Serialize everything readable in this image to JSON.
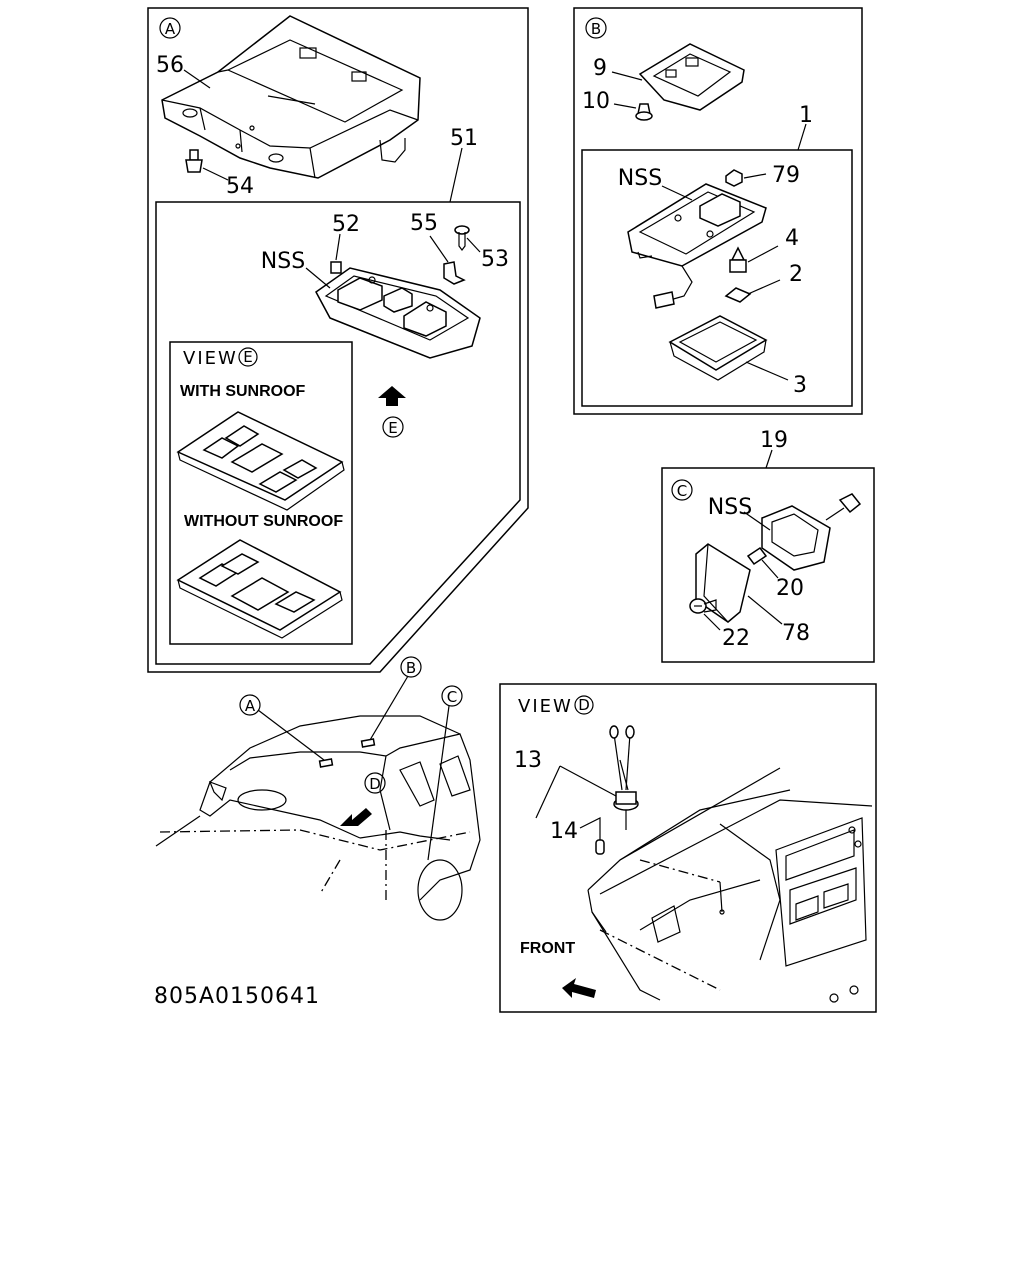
{
  "document_code": "805A0150641",
  "sections": {
    "A": {
      "letter": "A",
      "callouts": {
        "p56": "56",
        "p54": "54",
        "p51": "51",
        "p52": "52",
        "p55": "55",
        "p53": "53",
        "nss": "NSS"
      },
      "view": {
        "title": "VIEW",
        "letter": "E",
        "with_sunroof": "WITH SUNROOF",
        "without_sunroof": "WITHOUT SUNROOF",
        "arrow_letter": "E"
      }
    },
    "B": {
      "letter": "B",
      "callouts": {
        "p9": "9",
        "p10": "10",
        "p1": "1",
        "nss": "NSS",
        "p79": "79",
        "p4": "4",
        "p2": "2",
        "p3": "3"
      }
    },
    "C": {
      "letter": "C",
      "callouts": {
        "p19": "19",
        "nss": "NSS",
        "p20": "20",
        "p22": "22",
        "p78": "78"
      }
    },
    "vehicle": {
      "letters": {
        "a": "A",
        "b": "B",
        "c": "C",
        "d": "D"
      }
    },
    "D": {
      "title": "VIEW",
      "letter": "D",
      "callouts": {
        "p13": "13",
        "p14": "14"
      },
      "front_label": "FRONT"
    }
  }
}
